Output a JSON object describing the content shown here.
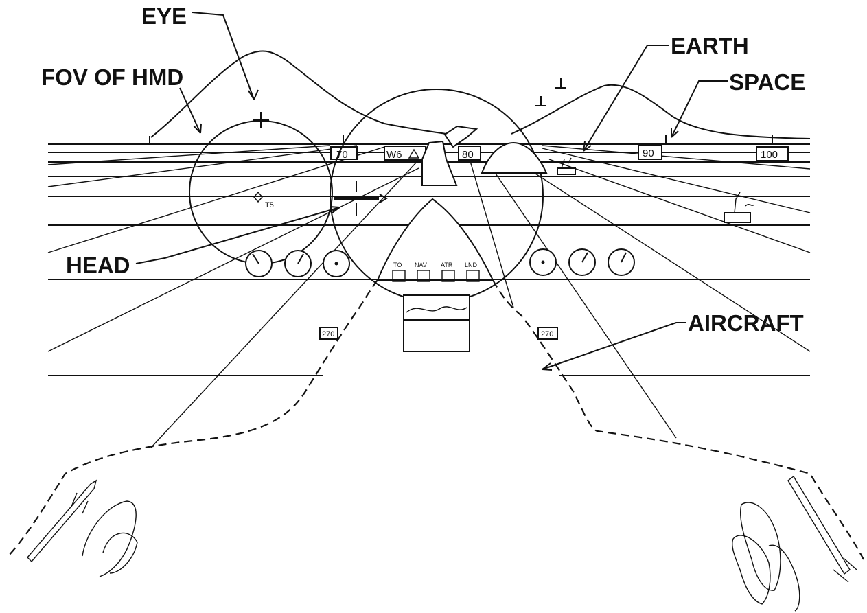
{
  "labels": {
    "eye": "EYE",
    "fov": "FOV OF HMD",
    "head": "HEAD",
    "earth": "EARTH",
    "space": "SPACE",
    "aircraft": "AIRCRAFT"
  },
  "heading_scale": {
    "left": "70",
    "waypoint": "W6",
    "center": "80",
    "right": "90",
    "far": "100"
  },
  "symbols": {
    "target": "T5",
    "range_left": "270",
    "range_right": "270"
  },
  "panel_buttons": [
    "TO",
    "NAV",
    "ATR",
    "LND"
  ],
  "colors": {
    "ink": "#111111",
    "paper": "#ffffff"
  }
}
